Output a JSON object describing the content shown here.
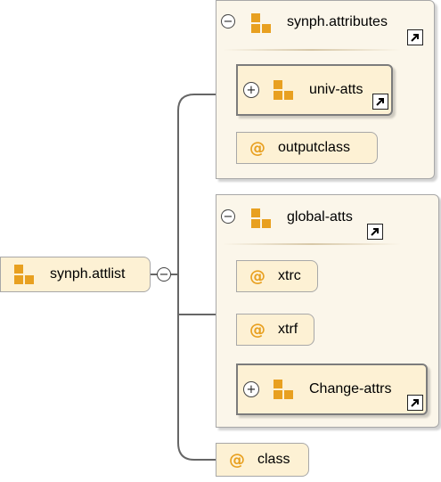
{
  "root": {
    "label": "synph.attlist",
    "icon": "attribute-group-icon",
    "toggle": "−"
  },
  "groups": [
    {
      "name": "synph.attributes",
      "toggle": "−",
      "icon": "attribute-group-icon",
      "children": [
        {
          "label": "univ-atts",
          "type": "attribute-group-ref",
          "toggle": "+"
        },
        {
          "label": "outputclass",
          "type": "attribute",
          "icon_text": "@"
        }
      ]
    },
    {
      "name": "global-atts",
      "toggle": "−",
      "icon": "attribute-group-icon",
      "children": [
        {
          "label": "xtrc",
          "type": "attribute",
          "icon_text": "@"
        },
        {
          "label": "xtrf",
          "type": "attribute",
          "icon_text": "@"
        },
        {
          "label": "Change-attrs",
          "type": "attribute-group-ref",
          "toggle": "+"
        }
      ]
    }
  ],
  "standalone": {
    "label": "class",
    "type": "attribute",
    "icon_text": "@"
  },
  "colors": {
    "icon_orange": "#e8a020",
    "node_fill": "#fdf1d4",
    "group_fill": "#fbf6ea",
    "border": "#a8a8a8",
    "connector": "#666666"
  }
}
